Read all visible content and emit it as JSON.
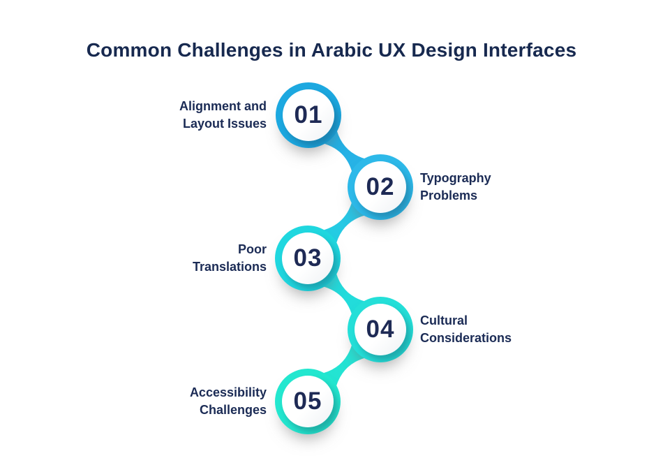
{
  "title": {
    "text": "Common Challenges in Arabic UX Design Interfaces",
    "color": "#17294F"
  },
  "colors": {
    "background": "#FFFFFF",
    "number_text": "#1E2A55",
    "label_text": "#1B2B55"
  },
  "steps": [
    {
      "number": "01",
      "label": "Alignment and\nLayout Issues",
      "side": "left",
      "ring_color": "#1CA8E0"
    },
    {
      "number": "02",
      "label": "Typography\nProblems",
      "side": "right",
      "ring_color": "#2DB9E9"
    },
    {
      "number": "03",
      "label": "Poor\nTranslations",
      "side": "left",
      "ring_color": "#1FD7DF"
    },
    {
      "number": "04",
      "label": "Cultural\nConsiderations",
      "side": "right",
      "ring_color": "#24DFD8"
    },
    {
      "number": "05",
      "label": "Accessibility\nChallenges",
      "side": "left",
      "ring_color": "#23E7CF"
    }
  ]
}
